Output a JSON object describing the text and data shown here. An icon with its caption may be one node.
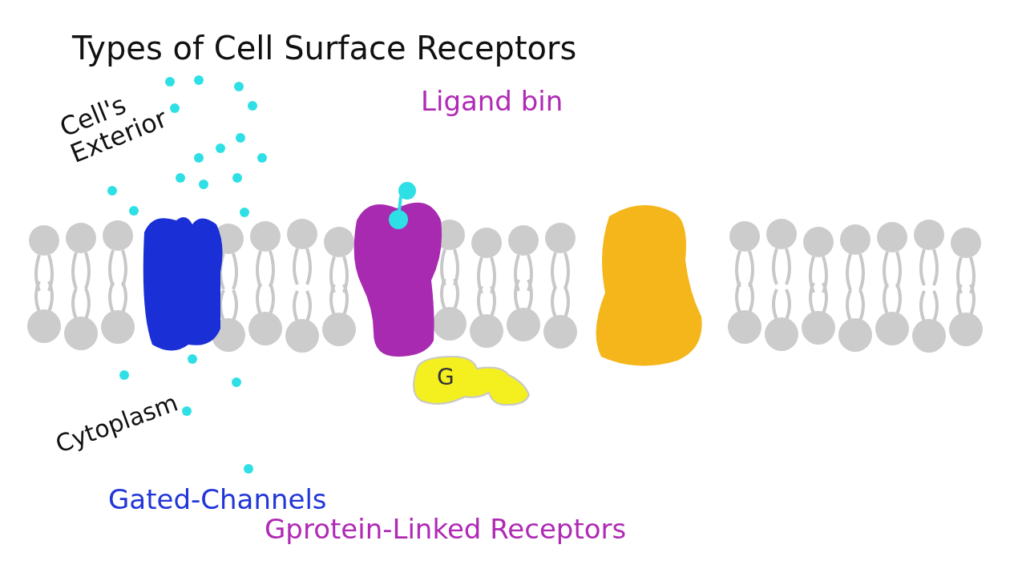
{
  "diagram": {
    "title": "Types of Cell Surface Receptors",
    "nodes": [
      {
        "text": [
          "G"
        ]
      }
    ],
    "labels": [
      "Ligand bin",
      "Cell's Exterior",
      "Cytoplasm",
      "Gated-Channels",
      "Gprotein-Linked Receptors"
    ]
  }
}
